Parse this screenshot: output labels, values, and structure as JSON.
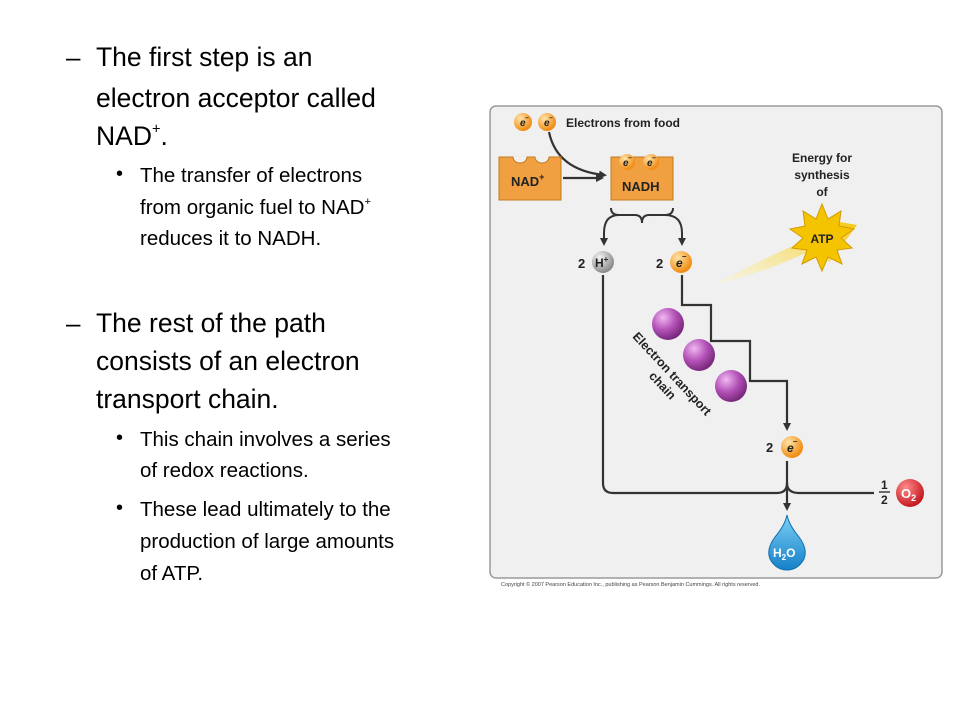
{
  "bullets": {
    "point1": {
      "dash": "–",
      "line1": "The first step is an",
      "line2": "electron acceptor called",
      "line3_text": "NAD",
      "line3_sup": "+",
      "line3_end": ".",
      "sub1": {
        "dot": "•",
        "line1": "The transfer of electrons",
        "line2_text": "from organic fuel to NAD",
        "line2_sup": "+",
        "line3": "reduces it to NADH."
      }
    },
    "point2": {
      "dash": "–",
      "line1": "The rest of the path",
      "line2": "consists of an electron",
      "line3": "transport chain.",
      "sub1": {
        "dot": "•",
        "line1": "This chain involves a series",
        "line2": "of redox reactions."
      },
      "sub2": {
        "dot": "•",
        "line1": "These lead ultimately to the",
        "line2": "production of large amounts",
        "line3": "of ATP."
      }
    }
  },
  "figure": {
    "electron_symbol": "e",
    "electron_charge": "–",
    "electrons_from_food": "Electrons from food",
    "nad_label": "NAD",
    "nad_sup": "+",
    "nadh_label": "NADH",
    "energy_line1": "Energy for",
    "energy_line2": "synthesis",
    "energy_line3": "of",
    "atp_label": "ATP",
    "coef_two": "2",
    "h_symbol": "H",
    "h_sup": "+",
    "etc_line1": "Electron transport",
    "etc_line2": "chain",
    "half_num": "1",
    "half_den": "2",
    "o2_o": "O",
    "o2_sub": "2",
    "h2o_h": "H",
    "h2o_sub": "2",
    "h2o_o": "O",
    "copyright": "Copyright © 2007 Pearson Education Inc., publishing as Pearson Benjamin Cummings. All rights reserved.",
    "colors": {
      "orange": "#f0a040",
      "electron_orange": "#f5a623",
      "purple": "#9b3c9f",
      "atp_yellow": "#f5c400",
      "o2_red": "#d62027",
      "water_blue": "#2196d3",
      "h_grey": "#9a9a9a",
      "panel_bg": "#f0f0f0"
    }
  }
}
